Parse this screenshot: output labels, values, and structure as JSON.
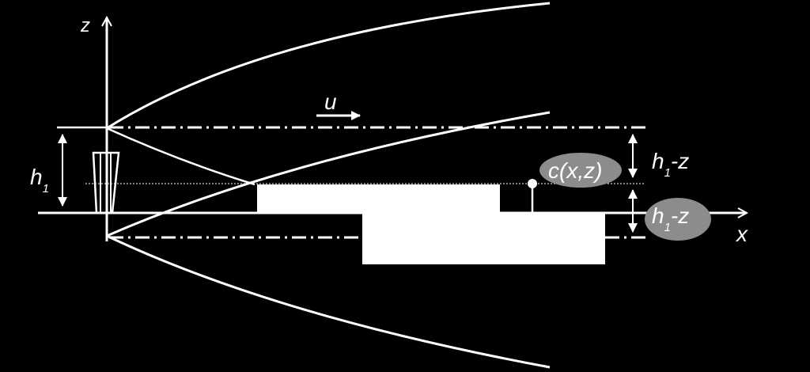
{
  "labels": {
    "z_axis": "z",
    "x_axis": "x",
    "velocity": "u",
    "source_height_main": "h",
    "source_height_sub": "1",
    "upper_dist_main": "h",
    "upper_dist_sub": "1",
    "upper_dist_suffix": "-z",
    "concentration": "c(x,z)",
    "image_dist_main": "h",
    "image_dist_sub": "1",
    "image_dist_suffix": "-z"
  },
  "colors": {
    "background": "#000000",
    "foreground": "#ffffff",
    "highlight": "#8c8c8c"
  }
}
